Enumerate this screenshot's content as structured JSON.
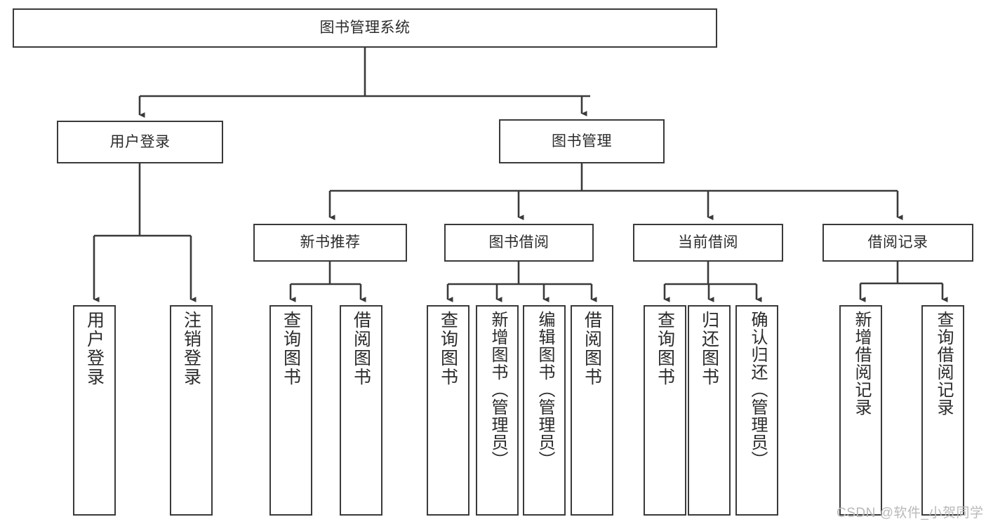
{
  "diagram": {
    "title_node": {
      "label": "图书管理系统"
    },
    "level2": [
      {
        "id": "user-login",
        "label": "用户登录"
      },
      {
        "id": "book-management",
        "label": "图书管理"
      }
    ],
    "level3": [
      {
        "id": "new-book-recommend",
        "label": "新书推荐"
      },
      {
        "id": "book-borrow",
        "label": "图书借阅"
      },
      {
        "id": "current-borrow",
        "label": "当前借阅"
      },
      {
        "id": "borrow-record",
        "label": "借阅记录"
      }
    ],
    "leaves": {
      "user_login": [
        {
          "id": "leaf-user-login",
          "label": "用户登录"
        },
        {
          "id": "leaf-logout-login",
          "label": "注销登录"
        }
      ],
      "new_book_recommend": [
        {
          "id": "leaf-query-book-1",
          "label": "查询图书"
        },
        {
          "id": "leaf-borrow-book-1",
          "label": "借阅图书"
        }
      ],
      "book_borrow": [
        {
          "id": "leaf-query-book-2",
          "label": "查询图书"
        },
        {
          "id": "leaf-add-book",
          "label": "新增图书（管理员）"
        },
        {
          "id": "leaf-edit-book",
          "label": "编辑图书（管理员）"
        },
        {
          "id": "leaf-borrow-book-2",
          "label": "借阅图书"
        }
      ],
      "current_borrow": [
        {
          "id": "leaf-query-book-3",
          "label": "查询图书"
        },
        {
          "id": "leaf-return-book",
          "label": "归还图书"
        },
        {
          "id": "leaf-confirm-return",
          "label": "确认归还（管理员）"
        }
      ],
      "borrow_record": [
        {
          "id": "leaf-add-record",
          "label": "新增借阅记录"
        },
        {
          "id": "leaf-query-record",
          "label": "查询借阅记录"
        }
      ]
    }
  },
  "watermark": {
    "text": "CSDN @软件_小贺同学"
  },
  "colors": {
    "stroke": "#3a3a3a",
    "background": "#ffffff",
    "text": "#2b2b2b",
    "watermark": "#b9b9b9"
  }
}
